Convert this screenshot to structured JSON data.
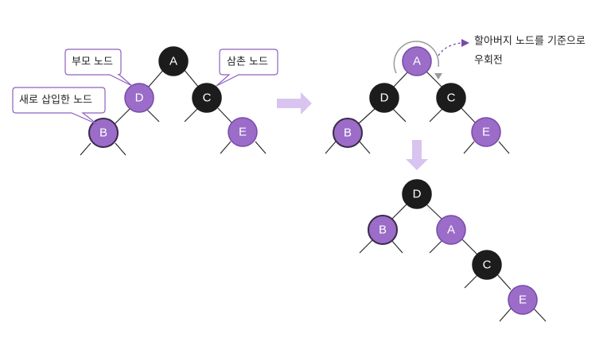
{
  "colors": {
    "black_node": "#1c1c1c",
    "red_node": "#9b6cc8",
    "red_node_stroke": "#7a4aa8",
    "edge": "#2a2a2a",
    "callout_border": "#8e62bf",
    "arrow": "#d9c4ef",
    "rotate_arrow": "#7a4aa8",
    "text_on_black": "#ffffff",
    "text_on_red": "#ffffff"
  },
  "callouts": {
    "parent": "부모 노드",
    "uncle": "삼촌 노드",
    "inserted": "새로 삽입한 노드"
  },
  "rotation_note": {
    "line1": "할아버지 노드를 기준으로",
    "line2": "우회전"
  },
  "trees": [
    {
      "id": "before",
      "nodes": [
        {
          "id": "A",
          "label": "A",
          "color": "black"
        },
        {
          "id": "D",
          "label": "D",
          "color": "red"
        },
        {
          "id": "C",
          "label": "C",
          "color": "black"
        },
        {
          "id": "B",
          "label": "B",
          "color": "red"
        },
        {
          "id": "E",
          "label": "E",
          "color": "red"
        }
      ]
    },
    {
      "id": "rotating",
      "nodes": [
        {
          "id": "A",
          "label": "A",
          "color": "red"
        },
        {
          "id": "D",
          "label": "D",
          "color": "black"
        },
        {
          "id": "C",
          "label": "C",
          "color": "black"
        },
        {
          "id": "B",
          "label": "B",
          "color": "red"
        },
        {
          "id": "E",
          "label": "E",
          "color": "red"
        }
      ]
    },
    {
      "id": "after",
      "nodes": [
        {
          "id": "D",
          "label": "D",
          "color": "black"
        },
        {
          "id": "B",
          "label": "B",
          "color": "red"
        },
        {
          "id": "A",
          "label": "A",
          "color": "red"
        },
        {
          "id": "C",
          "label": "C",
          "color": "black"
        },
        {
          "id": "E",
          "label": "E",
          "color": "red"
        }
      ]
    }
  ]
}
